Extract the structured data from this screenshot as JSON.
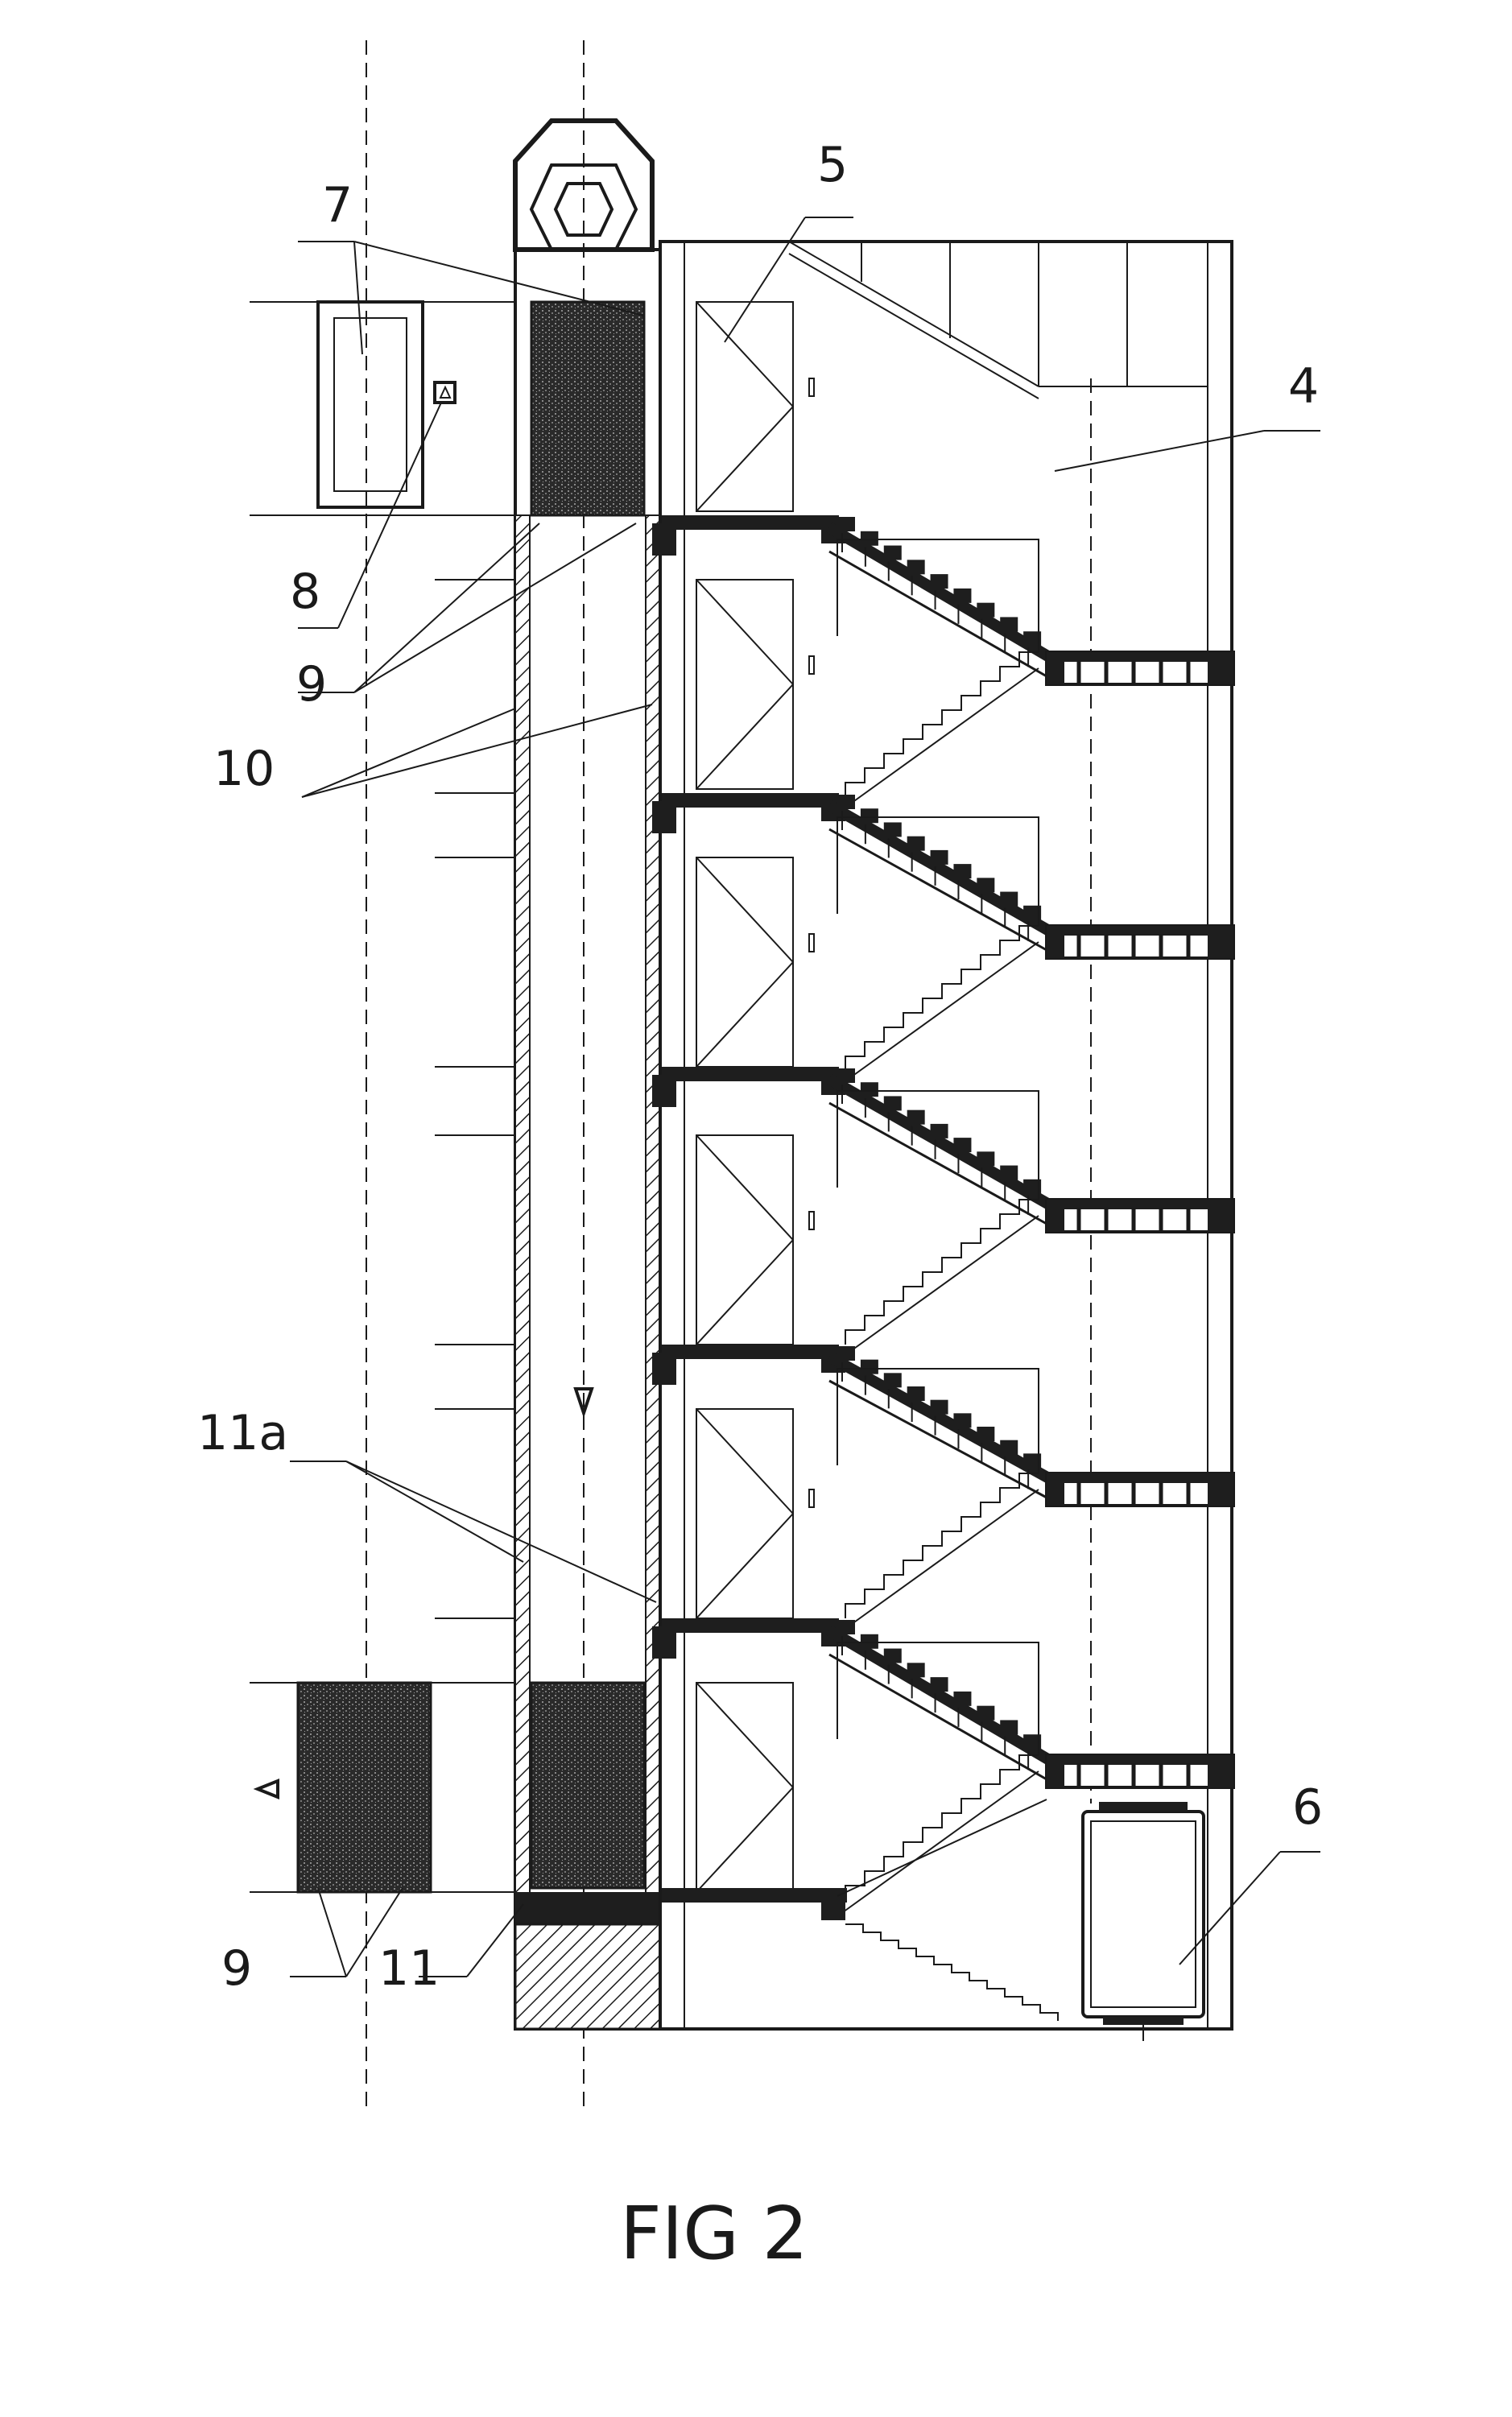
{
  "figure": {
    "caption": "FIG 2",
    "callouts": {
      "c4": "4",
      "c5": "5",
      "c6": "6",
      "c7": "7",
      "c8": "8",
      "c9_upper": "9",
      "c9_lower": "9",
      "c10": "10",
      "c11": "11",
      "c11a": "11a"
    }
  },
  "colors": {
    "line": "#1a1a1a",
    "fill_dark": "#1e1e1e",
    "fill_stipple": "#3a3a3a",
    "background": "#ffffff"
  }
}
